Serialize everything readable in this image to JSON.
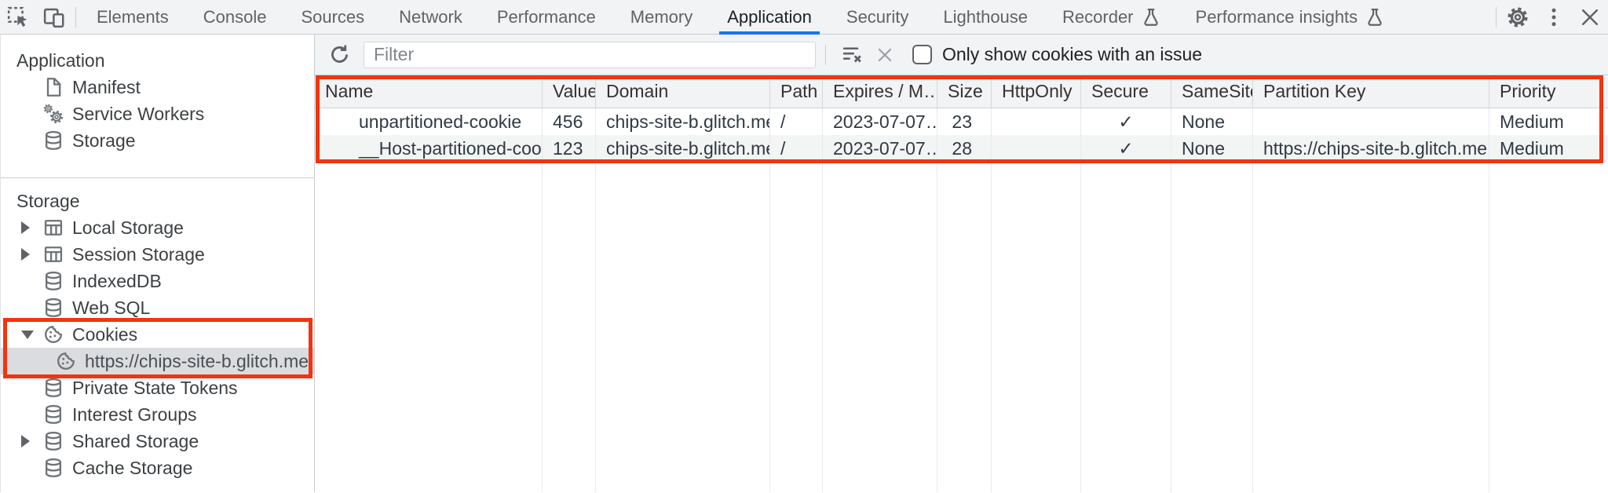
{
  "colors": {
    "accent": "#1a73e8",
    "highlight": "#f23410"
  },
  "tabbar": {
    "left_icons": [
      "inspect-icon",
      "device-toolbar-icon"
    ],
    "tabs": [
      {
        "label": "Elements"
      },
      {
        "label": "Console"
      },
      {
        "label": "Sources"
      },
      {
        "label": "Network"
      },
      {
        "label": "Performance"
      },
      {
        "label": "Memory"
      },
      {
        "label": "Application",
        "active": true
      },
      {
        "label": "Security"
      },
      {
        "label": "Lighthouse"
      },
      {
        "label": "Recorder",
        "flask": true
      },
      {
        "label": "Performance insights",
        "flask": true
      }
    ],
    "right_icons": [
      "settings-gear-icon",
      "kebab-menu-icon",
      "close-icon"
    ]
  },
  "toolbar": {
    "refresh_icon": "refresh-icon",
    "filter_placeholder": "Filter",
    "filter_value": "",
    "clear_all_icon": "clear-all-icon",
    "delete_selected_icon": "delete-selected-icon",
    "checkbox_checked": false,
    "checkbox_label": "Only show cookies with an issue"
  },
  "sidebar": {
    "sections": [
      {
        "title": "Application",
        "items": [
          {
            "label": "Manifest",
            "icon": "document"
          },
          {
            "label": "Service Workers",
            "icon": "gears"
          },
          {
            "label": "Storage",
            "icon": "database"
          }
        ]
      },
      {
        "title": "Storage",
        "items": [
          {
            "label": "Local Storage",
            "icon": "table",
            "expander": "collapsed"
          },
          {
            "label": "Session Storage",
            "icon": "table",
            "expander": "collapsed"
          },
          {
            "label": "IndexedDB",
            "icon": "database"
          },
          {
            "label": "Web SQL",
            "icon": "database"
          },
          {
            "label": "Cookies",
            "icon": "cookie",
            "expander": "expanded"
          },
          {
            "label": "https://chips-site-b.glitch.me",
            "icon": "cookie",
            "nested": true,
            "selected": true
          },
          {
            "label": "Private State Tokens",
            "icon": "database"
          },
          {
            "label": "Interest Groups",
            "icon": "database"
          },
          {
            "label": "Shared Storage",
            "icon": "database",
            "expander": "collapsed"
          },
          {
            "label": "Cache Storage",
            "icon": "database"
          }
        ]
      }
    ]
  },
  "cookie_table": {
    "columns": [
      {
        "key": "name",
        "label": "Name"
      },
      {
        "key": "value",
        "label": "Value"
      },
      {
        "key": "domain",
        "label": "Domain"
      },
      {
        "key": "path",
        "label": "Path"
      },
      {
        "key": "expires",
        "label": "Expires / M…"
      },
      {
        "key": "size",
        "label": "Size"
      },
      {
        "key": "httpOnly",
        "label": "HttpOnly"
      },
      {
        "key": "secure",
        "label": "Secure"
      },
      {
        "key": "sameSite",
        "label": "SameSite"
      },
      {
        "key": "partitionKey",
        "label": "Partition Key"
      },
      {
        "key": "priority",
        "label": "Priority"
      }
    ],
    "rows": [
      {
        "name": "unpartitioned-cookie",
        "value": "456",
        "domain": "chips-site-b.glitch.me",
        "path": "/",
        "expires": "2023-07-07…",
        "size": "23",
        "httpOnly": "",
        "secure": "✓",
        "sameSite": "None",
        "partitionKey": "",
        "priority": "Medium"
      },
      {
        "name": "__Host-partitioned-cookie",
        "value": "123",
        "domain": "chips-site-b.glitch.me",
        "path": "/",
        "expires": "2023-07-07…",
        "size": "28",
        "httpOnly": "",
        "secure": "✓",
        "sameSite": "None",
        "partitionKey": "https://chips-site-b.glitch.me",
        "priority": "Medium"
      }
    ]
  }
}
